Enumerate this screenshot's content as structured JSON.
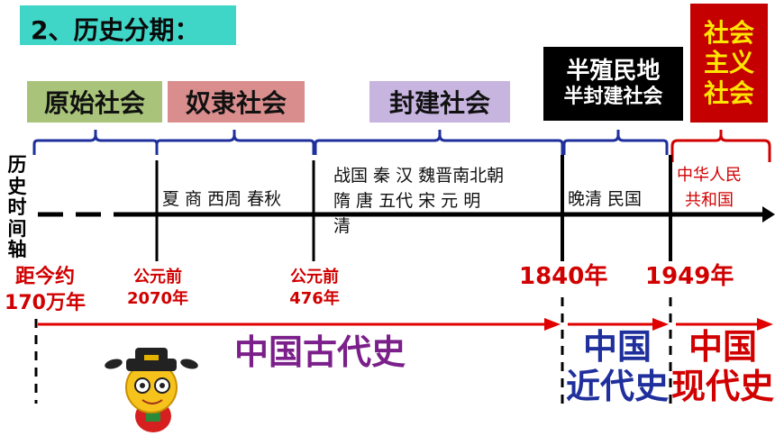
{
  "header": {
    "title": "2、历史分期："
  },
  "periods": {
    "primitive": "原始社会",
    "slave": "奴隶社会",
    "feudal": "封建社会",
    "semi_colonial_line1": "半殖民地",
    "semi_colonial_line2": "半封建社会",
    "socialist_line1": "社会",
    "socialist_line2": "主义",
    "socialist_line3": "社会"
  },
  "axis_title": "历史时间轴",
  "eras": {
    "slave_eras": "夏  商  西周  春秋",
    "feudal_line1": "战国  秦  汉  魏晋南北朝",
    "feudal_line2": "隋  唐  五代  宋  元  明",
    "feudal_line3": "清",
    "modern_eras": "晚清  民国",
    "prc_line1": "中华人民",
    "prc_line2": "共和国"
  },
  "dates": {
    "d1_line1": "距今约",
    "d1_line2": "170万年",
    "d2_line1": "公元前",
    "d2_line2": "2070年",
    "d3_line1": "公元前",
    "d3_line2": "476年",
    "d4": "1840年",
    "d5": "1949年"
  },
  "history_labels": {
    "ancient": "中国古代史",
    "modern_line1": "中国",
    "modern_line2": "近代史",
    "contemporary_line1": "中国",
    "contemporary_line2": "现代史"
  },
  "colors": {
    "blue_brace": "#1f2f9c",
    "red_brace": "#d10000",
    "ancient_text": "#7b1f8a",
    "modern_text": "#1f2f9c",
    "contemporary_text": "#d10000"
  }
}
